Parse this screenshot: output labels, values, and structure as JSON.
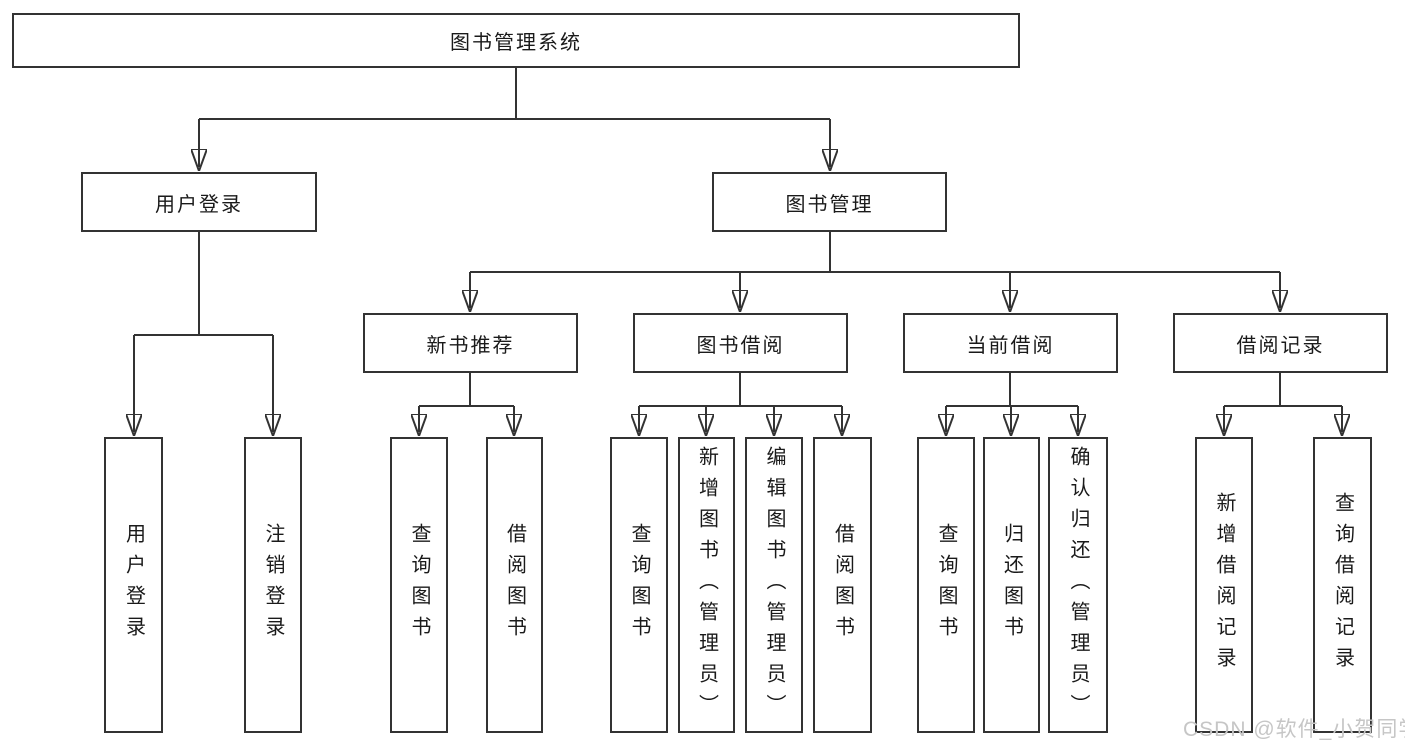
{
  "diagram": {
    "root": {
      "label": "图书管理系统"
    },
    "branches": {
      "user_login": {
        "label": "用户登录",
        "children": [
          {
            "label": "用户登录"
          },
          {
            "label": "注销登录"
          }
        ]
      },
      "book_management": {
        "label": "图书管理",
        "children": [
          {
            "label": "新书推荐",
            "children": [
              {
                "label": "查询图书"
              },
              {
                "label": "借阅图书"
              }
            ]
          },
          {
            "label": "图书借阅",
            "children": [
              {
                "label": "查询图书"
              },
              {
                "label": "新增图书（管理员）"
              },
              {
                "label": "编辑图书（管理员）"
              },
              {
                "label": "借阅图书"
              }
            ]
          },
          {
            "label": "当前借阅",
            "children": [
              {
                "label": "查询图书"
              },
              {
                "label": "归还图书"
              },
              {
                "label": "确认归还（管理员）"
              }
            ]
          },
          {
            "label": "借阅记录",
            "children": [
              {
                "label": "新增借阅记录"
              },
              {
                "label": "查询借阅记录"
              }
            ]
          }
        ]
      }
    },
    "watermark": "CSDN @软件_小贺同学",
    "colors": {
      "line": "#333333",
      "text": "#1a1a1a",
      "background": "#ffffff",
      "watermark": "#c6c6c6"
    }
  }
}
